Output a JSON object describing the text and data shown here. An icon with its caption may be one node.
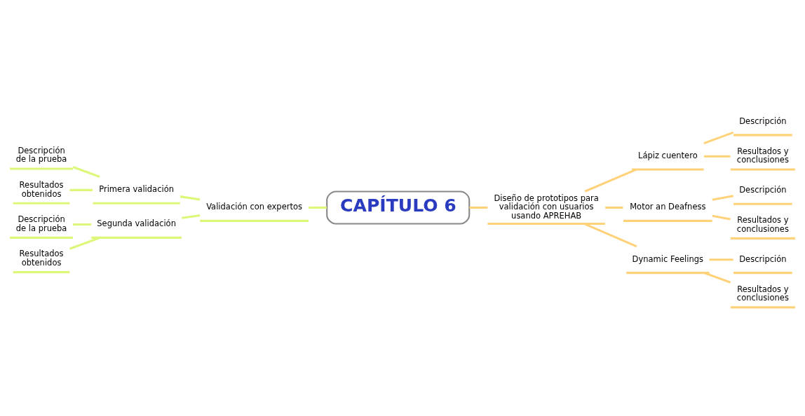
{
  "diagram": {
    "nodes": [
      {
        "text": [
          "CAPÍTULO 6"
        ]
      },
      {
        "text": [
          "Diseño de prototipos para validación con usuarios usando APREHAB"
        ]
      },
      {
        "text": [
          "Lápiz cuentero"
        ]
      },
      {
        "text": [
          "Descripción"
        ]
      },
      {
        "text": [
          "Resultados y conclusiones"
        ]
      },
      {
        "text": [
          "Motor an Deafness"
        ]
      },
      {
        "text": [
          "Descripción"
        ]
      },
      {
        "text": [
          "Resultados y conclusiones"
        ]
      },
      {
        "text": [
          "Dynamic Feelings"
        ]
      },
      {
        "text": [
          "Descripción"
        ]
      },
      {
        "text": [
          "Resultados y conclusiones"
        ]
      },
      {
        "text": [
          "Validación con expertos"
        ]
      },
      {
        "text": [
          "Primera validación"
        ]
      },
      {
        "text": [
          "Descripción de la prueba"
        ]
      },
      {
        "text": [
          "Resultados obtenidos"
        ]
      },
      {
        "text": [
          "Segunda validación"
        ]
      },
      {
        "text": [
          "Descripción de la prueba"
        ]
      },
      {
        "text": [
          "Resultados obtenidos"
        ]
      }
    ],
    "edges": [
      {
        "from": 0,
        "to": 1,
        "arrow": "none"
      },
      {
        "from": 1,
        "to": 2,
        "arrow": "none"
      },
      {
        "from": 2,
        "to": 3,
        "arrow": "none"
      },
      {
        "from": 2,
        "to": 4,
        "arrow": "none"
      },
      {
        "from": 1,
        "to": 5,
        "arrow": "none"
      },
      {
        "from": 5,
        "to": 6,
        "arrow": "none"
      },
      {
        "from": 5,
        "to": 7,
        "arrow": "none"
      },
      {
        "from": 1,
        "to": 8,
        "arrow": "none"
      },
      {
        "from": 8,
        "to": 9,
        "arrow": "none"
      },
      {
        "from": 8,
        "to": 10,
        "arrow": "none"
      },
      {
        "from": 0,
        "to": 11,
        "arrow": "none",
        "color": "#dcf77a"
      },
      {
        "from": 11,
        "to": 12,
        "arrow": "none",
        "color": "#dcf77a"
      },
      {
        "from": 12,
        "to": 13,
        "arrow": "none",
        "color": "#dcf77a"
      },
      {
        "from": 12,
        "to": 14,
        "arrow": "none",
        "color": "#dcf77a"
      },
      {
        "from": 11,
        "to": 15,
        "arrow": "none",
        "color": "#dcf77a"
      },
      {
        "from": 15,
        "to": 16,
        "arrow": "none",
        "color": "#dcf77a"
      },
      {
        "from": 15,
        "to": 17,
        "arrow": "none",
        "color": "#dcf77a"
      }
    ]
  }
}
